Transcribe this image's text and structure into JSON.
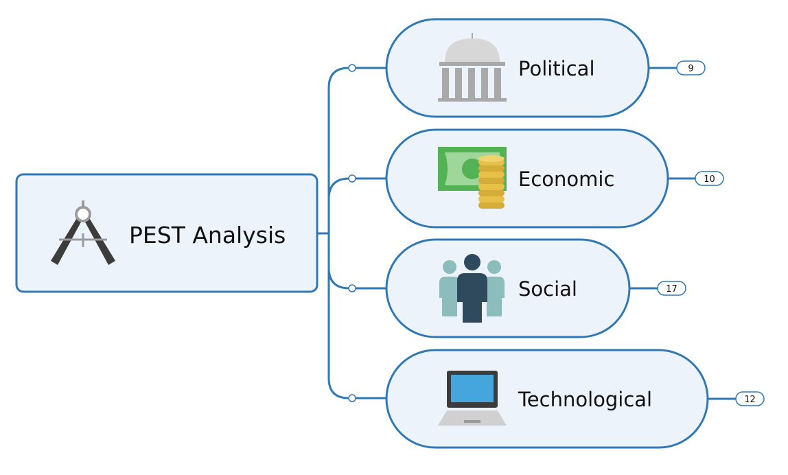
{
  "central": {
    "label": "PEST Analysis",
    "icon": "compass-icon"
  },
  "branches": [
    {
      "label": "Political",
      "count": "9",
      "icon": "government-building-icon"
    },
    {
      "label": "Economic",
      "count": "10",
      "icon": "money-coins-icon"
    },
    {
      "label": "Social",
      "count": "17",
      "icon": "people-group-icon"
    },
    {
      "label": "Technological",
      "count": "12",
      "icon": "laptop-icon"
    }
  ],
  "colors": {
    "stroke": "#2f78b3",
    "node_fill": "#edf3fa",
    "icon_gray": "#a9a9a9",
    "icon_dark": "#3c3c3c",
    "money_green": "#53b253",
    "coin_gold": "#e7c04a",
    "people_teal": "#8cbcbc",
    "people_navy": "#2e4a5c",
    "screen_blue": "#44a6dc"
  }
}
